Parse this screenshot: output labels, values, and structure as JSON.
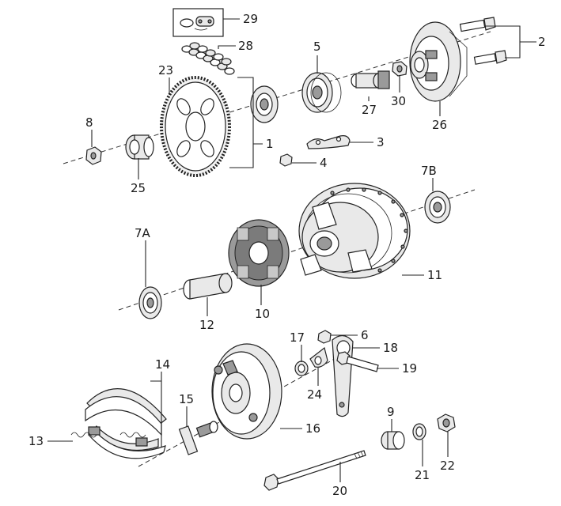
{
  "labels": {
    "l1": "1",
    "l2": "2",
    "l3": "3",
    "l4": "4",
    "l5": "5",
    "l6": "6",
    "l7A": "7A",
    "l7B": "7B",
    "l8": "8",
    "l9": "9",
    "l10": "10",
    "l11": "11",
    "l12": "12",
    "l13": "13",
    "l14": "14",
    "l15": "15",
    "l16": "16",
    "l17": "17",
    "l18": "18",
    "l19": "19",
    "l20": "20",
    "l21": "21",
    "l22": "22",
    "l23": "23",
    "l24": "24",
    "l25": "25",
    "l26": "26",
    "l27": "27",
    "l28": "28",
    "l29": "29",
    "l30": "30"
  }
}
